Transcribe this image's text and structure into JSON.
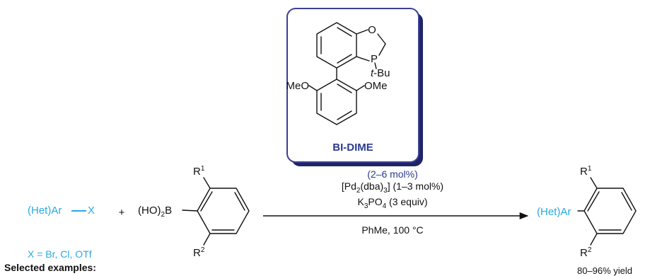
{
  "colors": {
    "accent_cyan": "#29a9e0",
    "ligand_blue": "#2b3a8f",
    "box_border": "#3b4194",
    "box_shadow": "#1e2466",
    "ink": "#111111"
  },
  "ligand": {
    "name": "BI-DIME",
    "atom_O": "O",
    "atom_P": "P",
    "tbu_t": "t",
    "tbu_rest": "-Bu",
    "meo_left": "MeO",
    "ome_right": "OMe"
  },
  "reactant1": {
    "label": "(Het)Ar",
    "halide": "X"
  },
  "plus": "+",
  "reactant2": {
    "boron_prefix": "(HO)",
    "boron_sub": "2",
    "boron_atom": "B",
    "r1_base": "R",
    "r1_sup": "1",
    "r2_base": "R",
    "r2_sup": "2"
  },
  "conditions": {
    "ligand_loading": "(2–6 mol%)",
    "pd_pre": "[Pd",
    "pd_sub": "2",
    "pd_mid": "(dba)",
    "pd_sub2": "3",
    "pd_post": "] (1–3 mol%)",
    "base_pre": "K",
    "base_sub": "3",
    "base_mid": "PO",
    "base_sub2": "4",
    "base_post": " (3 equiv)",
    "solvent_temp": "PhMe, 100 °C"
  },
  "product": {
    "label": "(Het)Ar",
    "r1_base": "R",
    "r1_sup": "1",
    "r2_base": "R",
    "r2_sup": "2",
    "yield": "80–96% yield"
  },
  "footnotes": {
    "x_definition": "X = Br, Cl, OTf",
    "selected_examples": "Selected examples:"
  }
}
